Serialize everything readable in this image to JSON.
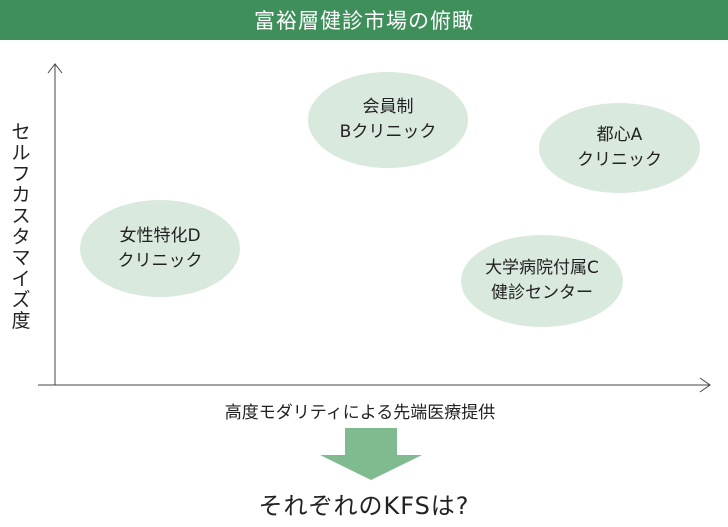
{
  "title": "富裕層健診市場の俯瞰",
  "y_axis_label": "セルフカスタマイズ度",
  "x_axis_label": "高度モダリティによる先端医療提供",
  "clinics": [
    {
      "line1": "会員制",
      "line2": "Bクリニック"
    },
    {
      "line1": "都心A",
      "line2": "クリニック"
    },
    {
      "line1": "女性特化D",
      "line2": "クリニック"
    },
    {
      "line1": "大学病院付属C",
      "line2": "健診センター"
    }
  ],
  "question": "それぞれのKFSは?",
  "colors": {
    "title_bar": "#3f8f5b",
    "ellipse_fill": "#d9e9dd",
    "arrow_fill": "#7fbb8f",
    "axis": "#444444"
  }
}
